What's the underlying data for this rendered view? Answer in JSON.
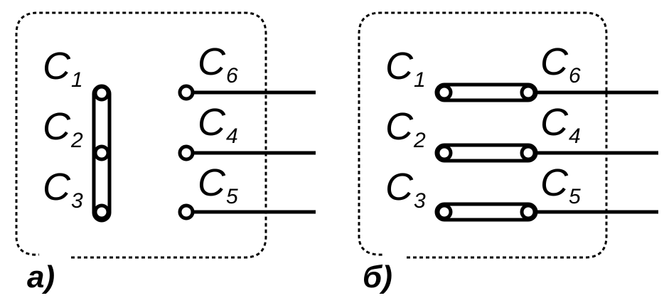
{
  "panel_a": {
    "caption": "а)",
    "labels": {
      "c1": {
        "main": "C",
        "sub": "1"
      },
      "c2": {
        "main": "C",
        "sub": "2"
      },
      "c3": {
        "main": "C",
        "sub": "3"
      },
      "c6": {
        "main": "C",
        "sub": "6"
      },
      "c4": {
        "main": "C",
        "sub": "4"
      },
      "c5": {
        "main": "C",
        "sub": "5"
      }
    }
  },
  "panel_b": {
    "caption": "б)",
    "labels": {
      "c1": {
        "main": "C",
        "sub": "1"
      },
      "c2": {
        "main": "C",
        "sub": "2"
      },
      "c3": {
        "main": "C",
        "sub": "3"
      },
      "c6": {
        "main": "C",
        "sub": "6"
      },
      "c4": {
        "main": "C",
        "sub": "4"
      },
      "c5": {
        "main": "C",
        "sub": "5"
      }
    }
  },
  "colors": {
    "line": "#000000",
    "background": "#ffffff"
  }
}
